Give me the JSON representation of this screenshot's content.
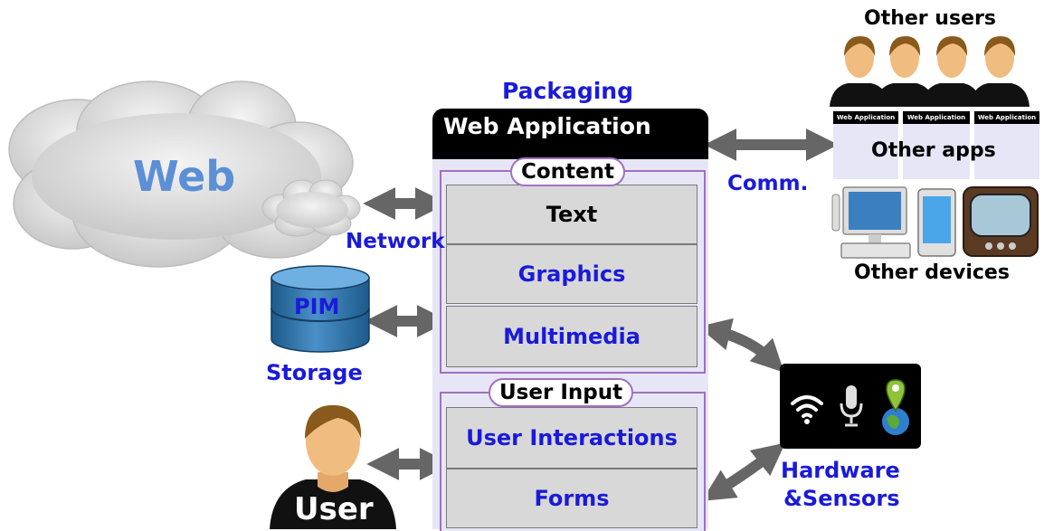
{
  "labels": {
    "web": "Web",
    "network": "Network",
    "packaging": "Packaging",
    "web_application": "Web Application",
    "content": "Content",
    "text": "Text",
    "graphics": "Graphics",
    "multimedia": "Multimedia",
    "user_input": "User Input",
    "user_interactions": "User Interactions",
    "forms": "Forms",
    "pim": "PIM",
    "storage": "Storage",
    "user": "User",
    "comm": "Comm.",
    "other_users": "Other users",
    "other_apps": "Other apps",
    "small_app_label": "Web Application",
    "other_devices": "Other devices",
    "hardware_line1": "Hardware",
    "hardware_line2": "&Sensors"
  },
  "colors": {
    "accent_blue": "#1a1adb",
    "web_blue": "#5b8fd6",
    "panel_lavender": "#e6e6f7",
    "cell_gray": "#d8d8d8",
    "arrow_gray": "#666666",
    "group_border": "#a070c0"
  },
  "icons": [
    "cloud-icon",
    "small-cloud-icon",
    "database-icon",
    "user-avatar-icon",
    "person-icon",
    "desktop-computer-icon",
    "phone-icon",
    "tv-icon",
    "wifi-icon",
    "microphone-icon",
    "gps-globe-icon"
  ]
}
